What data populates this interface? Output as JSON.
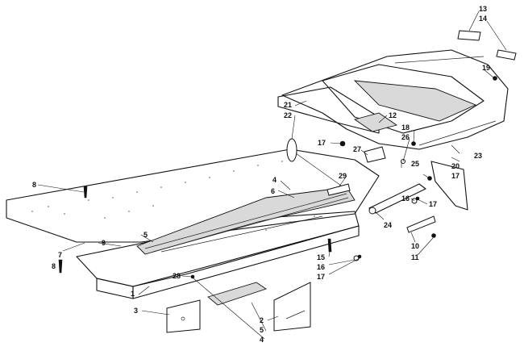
{
  "callouts": {
    "c1": "1",
    "c2": "2",
    "c3": "3",
    "c4a": "4",
    "c4b": "4",
    "c5a": "5",
    "c5b": "5",
    "c6": "6",
    "c7": "7",
    "c8a": "8",
    "c8b": "8",
    "c9": "9",
    "c10": "10",
    "c11": "11",
    "c12": "12",
    "c13": "13",
    "c14": "14",
    "c15": "15",
    "c16a": "16",
    "c16b": "16",
    "c17a": "17",
    "c17b": "17",
    "c17c": "17",
    "c17d": "17",
    "c18": "18",
    "c19": "19",
    "c20": "20",
    "c21": "21",
    "c22": "22",
    "c23": "23",
    "c24": "24",
    "c25": "25",
    "c26": "26",
    "c27": "27",
    "c28": "28",
    "c29": "29"
  }
}
